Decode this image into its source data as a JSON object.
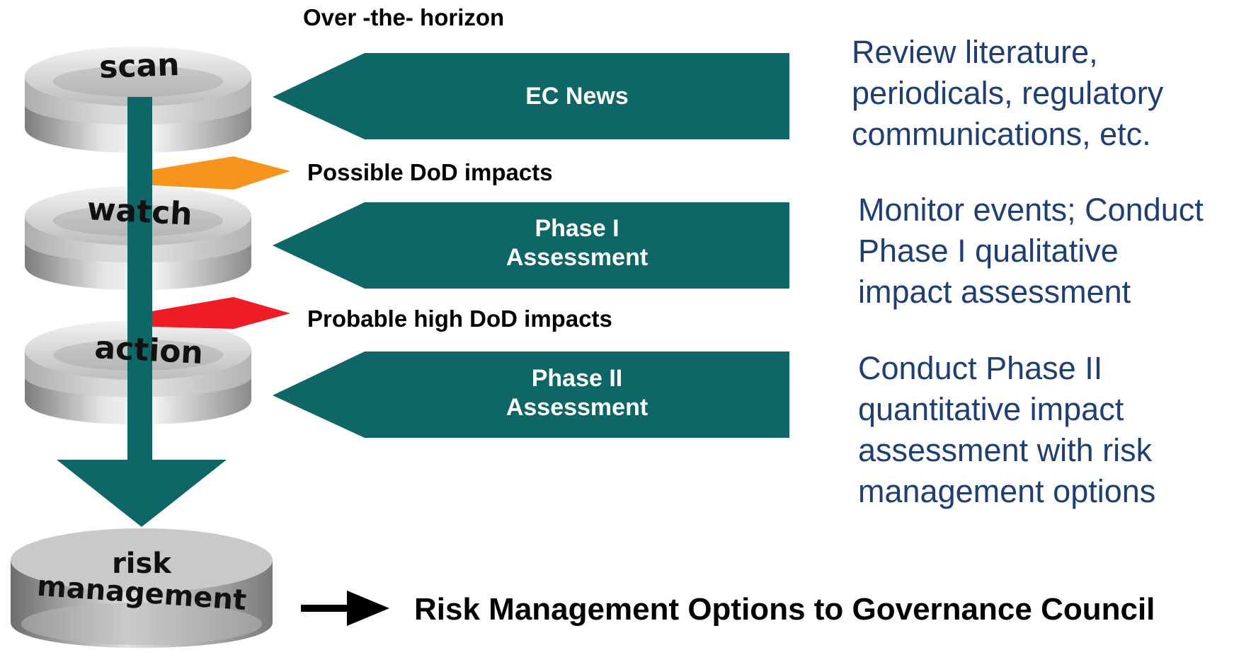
{
  "header": {
    "over_the_horizon": "Over -the- horizon"
  },
  "stages": [
    {
      "ring_label": "scan",
      "box_label": "EC News",
      "description": "Review literature,\nperiodicals, regulatory\ncommunications, etc."
    },
    {
      "ring_label": "watch",
      "box_label_line1": "Phase I",
      "box_label_line2": "Assessment",
      "description": "Monitor events; Conduct\nPhase I qualitative\nimpact assessment"
    },
    {
      "ring_label": "action",
      "box_label_line1": "Phase II",
      "box_label_line2": "Assessment",
      "description": "Conduct Phase II\nquantitative impact\nassessment with risk\nmanagement options"
    }
  ],
  "transitions": [
    {
      "label": "Possible DoD impacts",
      "color": "#f7941d"
    },
    {
      "label": "Probable high DoD impacts",
      "color": "#ee1c25"
    }
  ],
  "final": {
    "ring_label_line1": "risk",
    "ring_label_line2": "management",
    "output_label": "Risk Management Options to Governance Council"
  },
  "colors": {
    "teal": "#0f6666",
    "navy_text": "#1f3e72",
    "ring_gray": "#b3b3b3"
  }
}
